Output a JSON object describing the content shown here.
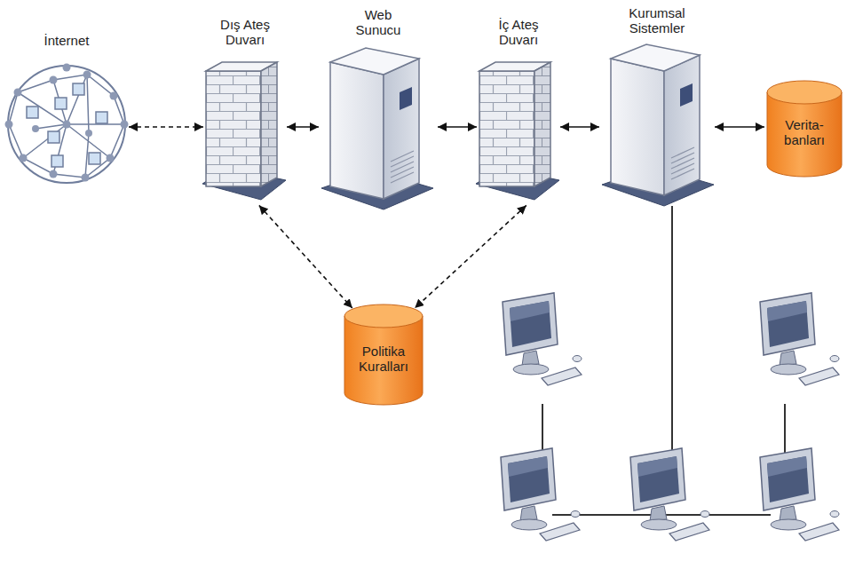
{
  "diagram": {
    "nodes": [
      {
        "text": [
          "İnternet"
        ]
      },
      {
        "text": [
          "Dış Ateş Duvarı"
        ]
      },
      {
        "text": [
          "Web Sunucu"
        ]
      },
      {
        "text": [
          "İç Ateş Duvarı"
        ]
      },
      {
        "text": [
          "Kurumsal Sistemler"
        ]
      },
      {
        "text": [
          "Verita- banları"
        ]
      },
      {
        "text": [
          "Politika Kuralları"
        ]
      }
    ],
    "edges": [
      {
        "from": 0,
        "to": 1,
        "arrow": "both"
      },
      {
        "from": 1,
        "to": 2,
        "arrow": "both"
      },
      {
        "from": 2,
        "to": 3,
        "arrow": "both"
      },
      {
        "from": 3,
        "to": 4,
        "arrow": "both"
      },
      {
        "from": 4,
        "to": 5,
        "arrow": "both"
      },
      {
        "from": 1,
        "to": 6,
        "arrow": "both"
      },
      {
        "from": 3,
        "to": 6,
        "arrow": "both"
      }
    ]
  }
}
